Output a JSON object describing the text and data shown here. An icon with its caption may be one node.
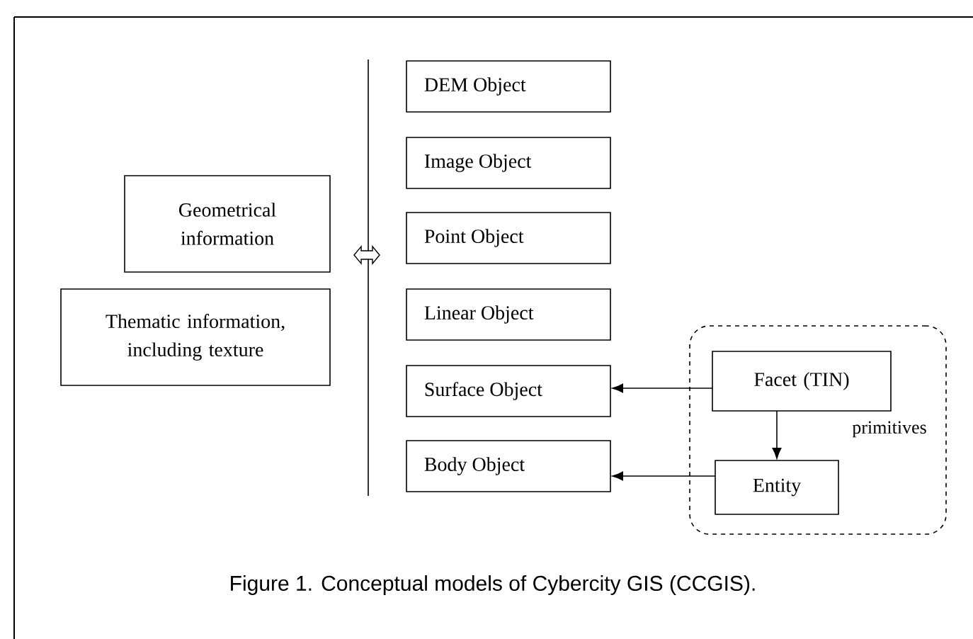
{
  "diagram": {
    "caption": "Figure 1. Conceptual models of Cybercity GIS (CCGIS).",
    "nodes": [
      {
        "text": [
          "Geometrical information"
        ]
      },
      {
        "text": [
          "Thematic information, including texture"
        ]
      },
      {
        "text": [
          "DEM Object"
        ]
      },
      {
        "text": [
          "Image Object"
        ]
      },
      {
        "text": [
          "Point Object"
        ]
      },
      {
        "text": [
          "Linear Object"
        ]
      },
      {
        "text": [
          "Surface Object"
        ]
      },
      {
        "text": [
          "Body Object"
        ]
      },
      {
        "text": [
          "primitives"
        ]
      },
      {
        "text": [
          "Facet (TIN)"
        ],
        "in": 8
      },
      {
        "text": [
          "Entity"
        ],
        "in": 8
      }
    ],
    "edges": [
      {
        "from": 9,
        "to": 6,
        "arrow": "to"
      },
      {
        "from": 10,
        "to": 7,
        "arrow": "to"
      },
      {
        "from": 9,
        "to": 10,
        "arrow": "to"
      }
    ]
  }
}
